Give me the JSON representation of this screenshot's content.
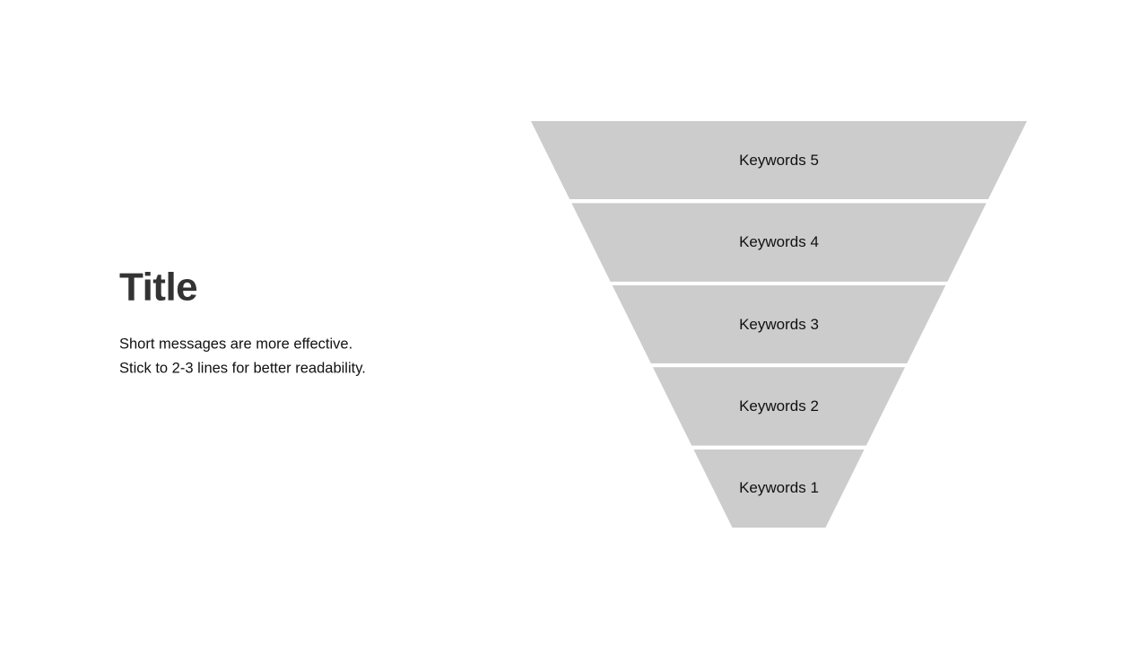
{
  "slide": {
    "title": "Title",
    "body_lines": [
      "Short messages are more effective.",
      "Stick to 2-3 lines for better readability."
    ]
  },
  "funnel": {
    "type": "inverted-funnel",
    "items": [
      {
        "label": "Keywords 5"
      },
      {
        "label": "Keywords 4"
      },
      {
        "label": "Keywords 3"
      },
      {
        "label": "Keywords 2"
      },
      {
        "label": "Keywords 1"
      }
    ]
  },
  "colors": {
    "background": "#ffffff",
    "title": "#333333",
    "body_text": "#111111",
    "segment_fill": "#cccccc",
    "segment_text": "#111111",
    "segment_gap": "#ffffff"
  }
}
